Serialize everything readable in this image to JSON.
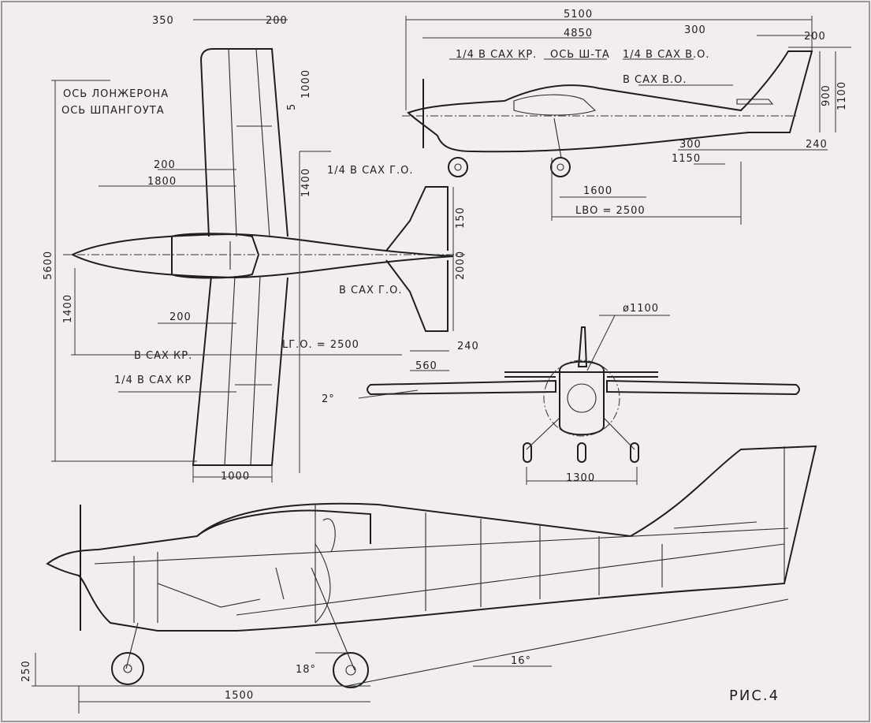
{
  "figure_label": "РИС.4",
  "side_view": {
    "dims": {
      "overall": "5100",
      "to_nose": "4850",
      "fin_top": "300",
      "fin_tip": "200",
      "fin_h": "900",
      "fin_total": "1100",
      "fin_root": "300",
      "fin_trail": "240",
      "tail_arm": "1150",
      "gear": "1600",
      "l_vo": "LВО = 2500"
    },
    "notes": {
      "quarter_mac_wing": "1/4 B САХ КР.",
      "frame_axis": "ОСЬ Ш-ТА",
      "quarter_mac_vt": "1/4 B САХ В.О.",
      "mac_vt": "B САХ В.О."
    }
  },
  "plan_view": {
    "dims": {
      "sweep_le": "350",
      "sweep_te": "200",
      "tip": "1000",
      "offset": "5",
      "panel": "1400",
      "spar_offset": "200",
      "wing_pos": "1800",
      "span": "5600",
      "nose_to_mac": "1400",
      "spar_offset_2": "200",
      "l_go": "LГ.О. = 2500",
      "ht_trail": "240",
      "ht_root": "560",
      "ht_tip": "150",
      "ht_span": "2000",
      "root_chord": "1000"
    },
    "notes": {
      "spar_axis": "ОСЬ ЛОНЖЕРОНА",
      "frame_axis": "ОСЬ ШПАНГОУТА",
      "quarter_mac_ht": "1/4 B САХ Г.О.",
      "mac_ht": "B САХ Г.О.",
      "mac_wing": "B САХ КР.",
      "quarter_mac_wing": "1/4 B САХ КР"
    }
  },
  "front_view": {
    "dims": {
      "prop": "ø1100",
      "dihedral": "2°",
      "track": "1300"
    }
  },
  "cutaway": {
    "dims": {
      "wheel_h": "250",
      "gear_angle": "18°",
      "ground_angle": "16°",
      "wheelbase": "1500"
    }
  }
}
